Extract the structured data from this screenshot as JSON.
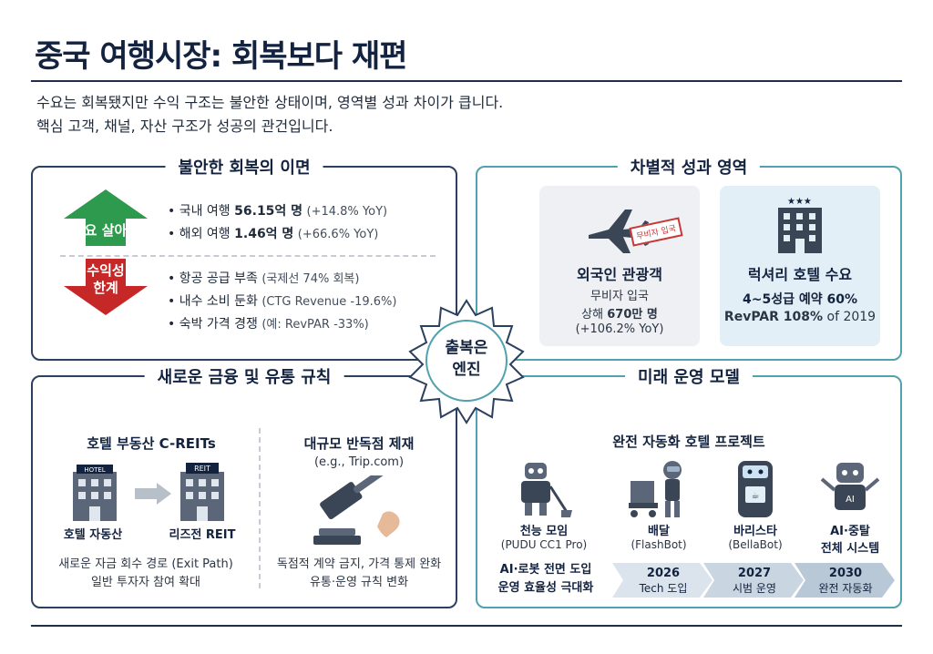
{
  "header": {
    "title": "중국 여행시장: 회복보다 재편",
    "intro_line1": "수요는 회복됐지만 수익 구조는 불안한 상태이며, 영역별 성과 차이가 큽니다.",
    "intro_line2": "핵심 고객, 채널, 자산 구조가 성공의 관건입니다."
  },
  "top_left": {
    "title": "불안한 회복의 이면",
    "up_label": "수요 살아남",
    "down_label1": "수익성",
    "down_label2": "한계",
    "demand": [
      {
        "prefix": "• 국내 여행 ",
        "value": "56.15억 명",
        "note": "(+14.8% YoY)"
      },
      {
        "prefix": "• 해외 여행 ",
        "value": "1.46억 명",
        "note": "(+66.6% YoY)"
      }
    ],
    "limits": [
      {
        "prefix": "• 항공 공급 부족 ",
        "note": "(국제선 74% 회복)"
      },
      {
        "prefix": "• 내수 소비 둔화 ",
        "note": "(CTG Revenue -19.6%)"
      },
      {
        "prefix": "• 숙박 가격 경쟁 ",
        "note": "(예: RevPAR -33%)"
      }
    ]
  },
  "top_right": {
    "title": "차별적 성과 영역",
    "card1": {
      "stamp": "무비자 입국",
      "title": "외국인 관광객",
      "line1": "무비자 입국",
      "line2_pre": "상해 ",
      "line2_bold": "670만 명",
      "line3": "(+106.2% YoY)"
    },
    "card2": {
      "title": "럭셔리 호텔 수요",
      "line1": "4~5성급 예약 60%",
      "line2_bold": "RevPAR 108%",
      "line2_post": " of 2019"
    }
  },
  "center": {
    "line1": "출복은",
    "line2": "엔진"
  },
  "bottom_left": {
    "title": "새로운 금융 및 유통 규칙",
    "reits_title": "호텔 부동산 C-REITs",
    "hotel_sign": "HOTEL",
    "reit_sign": "REIT",
    "hotel_label": "호텔 자동산",
    "reit_label": "리즈전 REIT",
    "reits_desc1": "새로운 자금 회수 경로 (Exit Path)",
    "reits_desc2": "일반 투자자 참여 확대",
    "antitrust_title": "대규모 반독점 제재",
    "antitrust_sub": "(e.g., Trip.com)",
    "antitrust_desc1": "독점적 계약 금지, 가격 통제 완화",
    "antitrust_desc2": "유통·운영 규칙 변화"
  },
  "bottom_right": {
    "title": "미래 운영 모델",
    "subtitle": "완전 자동화 호텔 프로젝트",
    "robots": [
      {
        "title": "천능 모임",
        "sub": "(PUDU CC1 Pro)"
      },
      {
        "title": "배달",
        "sub": "(FlashBot)"
      },
      {
        "title": "바리스타",
        "sub": "(BellaBot)"
      },
      {
        "title": "AI·중탈",
        "sub": "전체 시스템"
      }
    ],
    "ai_badge": "AI",
    "summary1": "AI·로봇 전면 도입",
    "summary2": "운영 효율성 극대화",
    "timeline": [
      {
        "year": "2026",
        "label": "Tech 도입"
      },
      {
        "year": "2027",
        "label": "시범 운영"
      },
      {
        "year": "2030",
        "label": "완전 자동화"
      }
    ]
  },
  "colors": {
    "navy": "#13233f",
    "green": "#2e9a4e",
    "red": "#c62828",
    "teal": "#4fa2ae"
  }
}
